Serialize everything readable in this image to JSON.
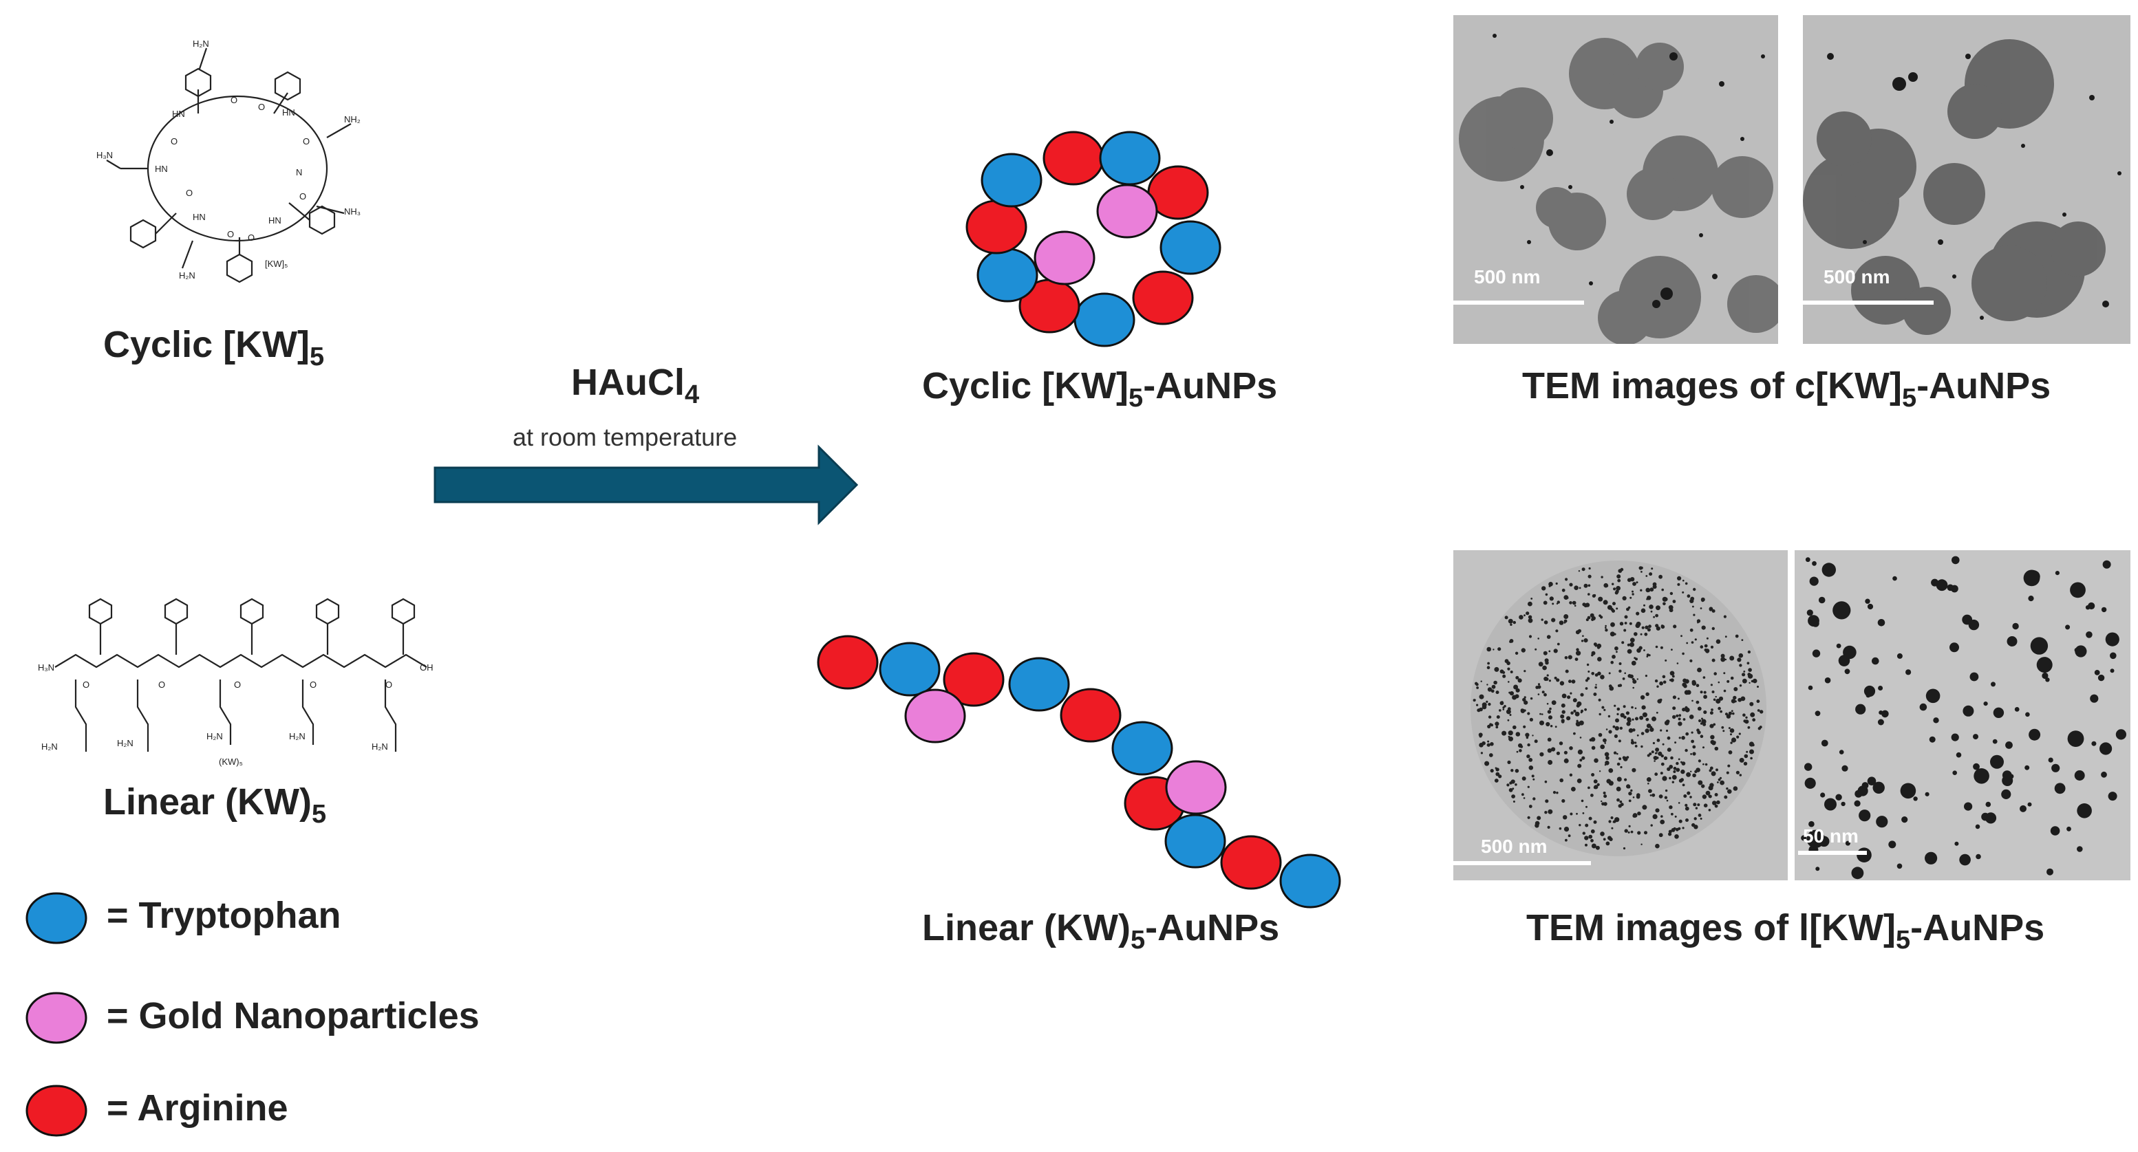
{
  "colors": {
    "tryptophan": "#1e8fd6",
    "gold_nanoparticles": "#ea7fd9",
    "arginine": "#ee1b24",
    "arrow": "#0b5573",
    "tem_background": "#bdbdbd"
  },
  "structures": {
    "cyclic": {
      "label_main": "Cyclic [KW]",
      "label_sub": "5",
      "inner_caption": "[KW]₅"
    },
    "linear": {
      "label_main": "Linear (KW)",
      "label_sub": "5",
      "inner_caption": "(KW)₅"
    }
  },
  "reaction": {
    "reagent_main": "HAuCl",
    "reagent_sub": "4",
    "condition": "at room temperature"
  },
  "products": {
    "cyclic": {
      "label_pre": "Cyclic [KW]",
      "label_sub": "5",
      "label_post": "-AuNPs"
    },
    "linear": {
      "label_pre": "Linear (KW)",
      "label_sub": "5",
      "label_post": "-AuNPs"
    }
  },
  "tem": {
    "cyclic": {
      "caption_pre": "TEM images of c[KW]",
      "caption_sub": "5",
      "caption_post": "-AuNPs",
      "scale_left": "500 nm",
      "scale_right": "500 nm"
    },
    "linear": {
      "caption_pre": "TEM images of l[KW]",
      "caption_sub": "5",
      "caption_post": "-AuNPs",
      "scale_left": "500 nm",
      "scale_right": "50 nm"
    }
  },
  "legend": {
    "tryptophan": "= Tryptophan",
    "gold": "= Gold Nanoparticles",
    "arginine": "= Arginine"
  }
}
